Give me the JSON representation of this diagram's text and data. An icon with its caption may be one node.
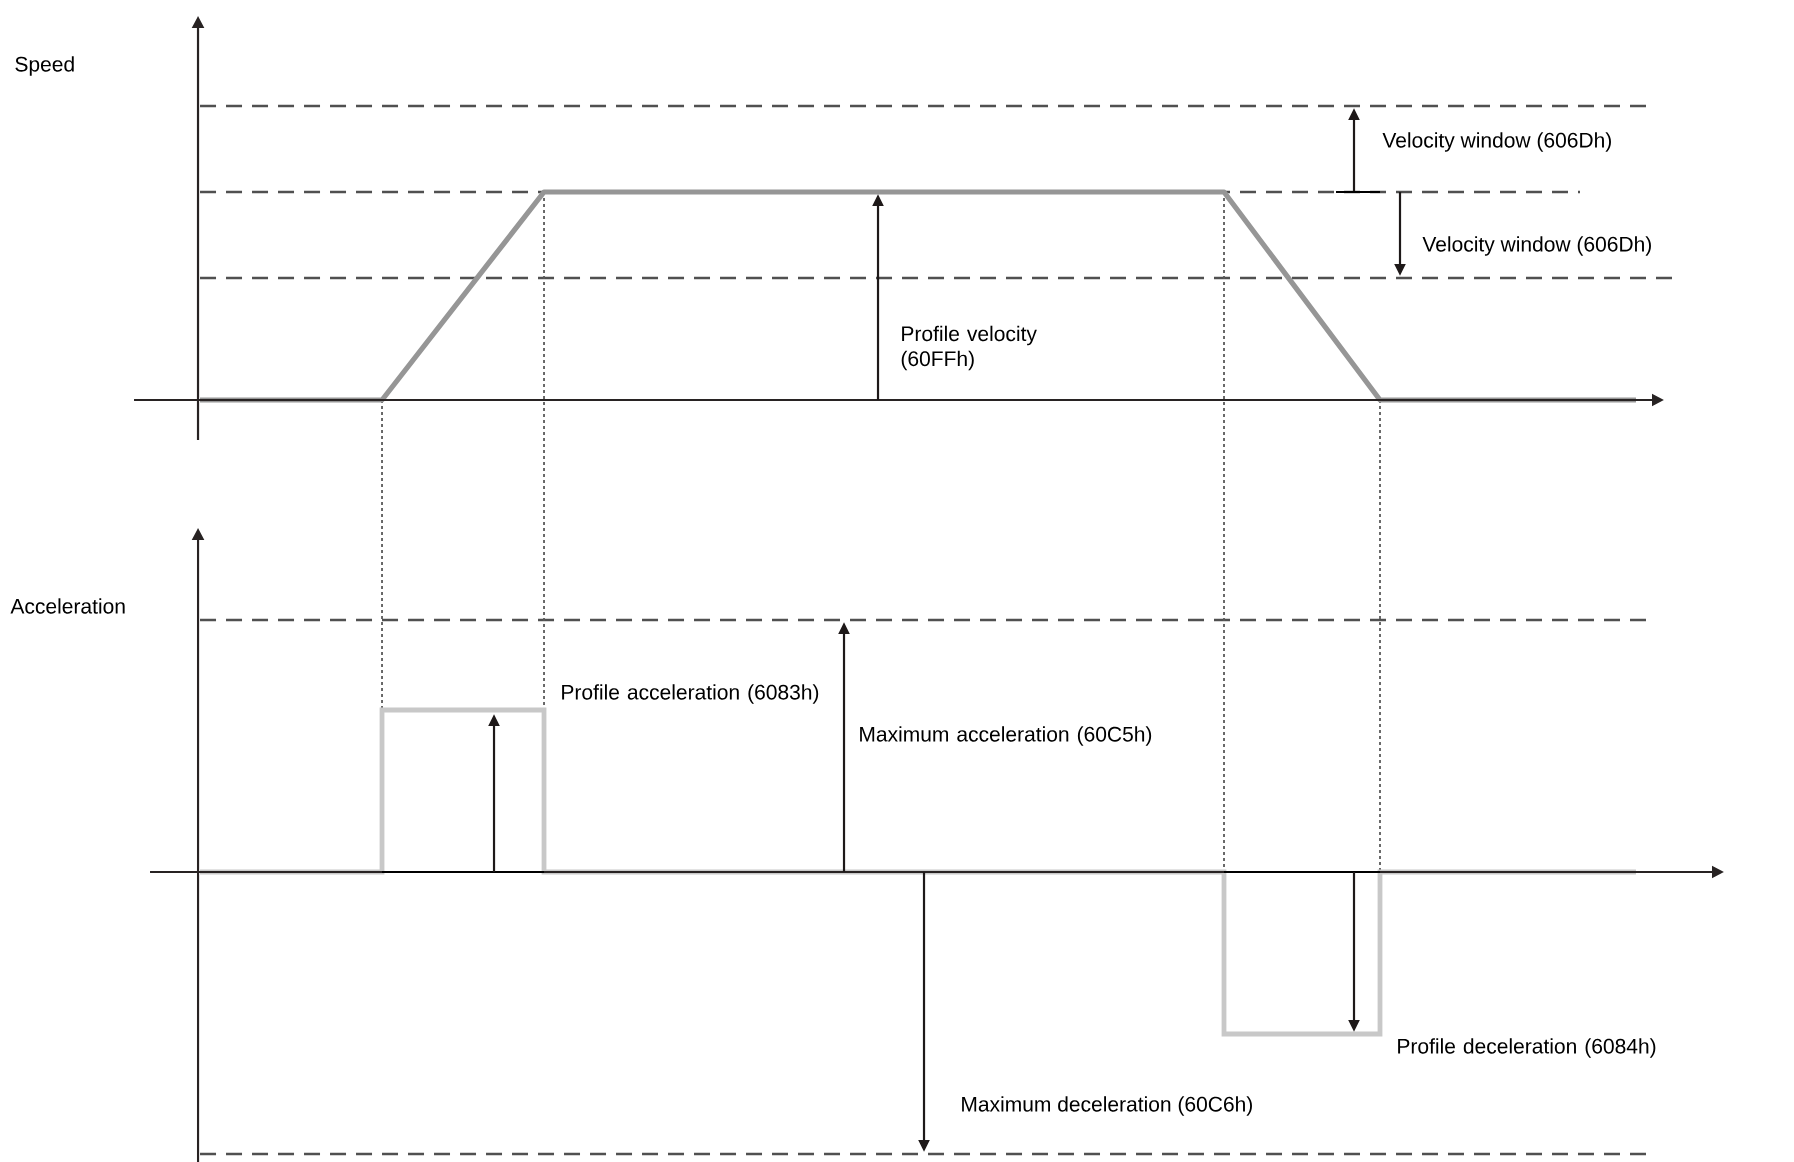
{
  "diagram": {
    "labels": [
      "Speed",
      "Velocity window (606Dh)",
      "Velocity window (606Dh)",
      "Profile velocity (60FFh)",
      "Acceleration",
      "Profile acceleration (6083h)",
      "Maximum acceleration (60C5h)",
      "Profile deceleration (6084h)",
      "Maximum deceleration (60C6h)"
    ]
  }
}
